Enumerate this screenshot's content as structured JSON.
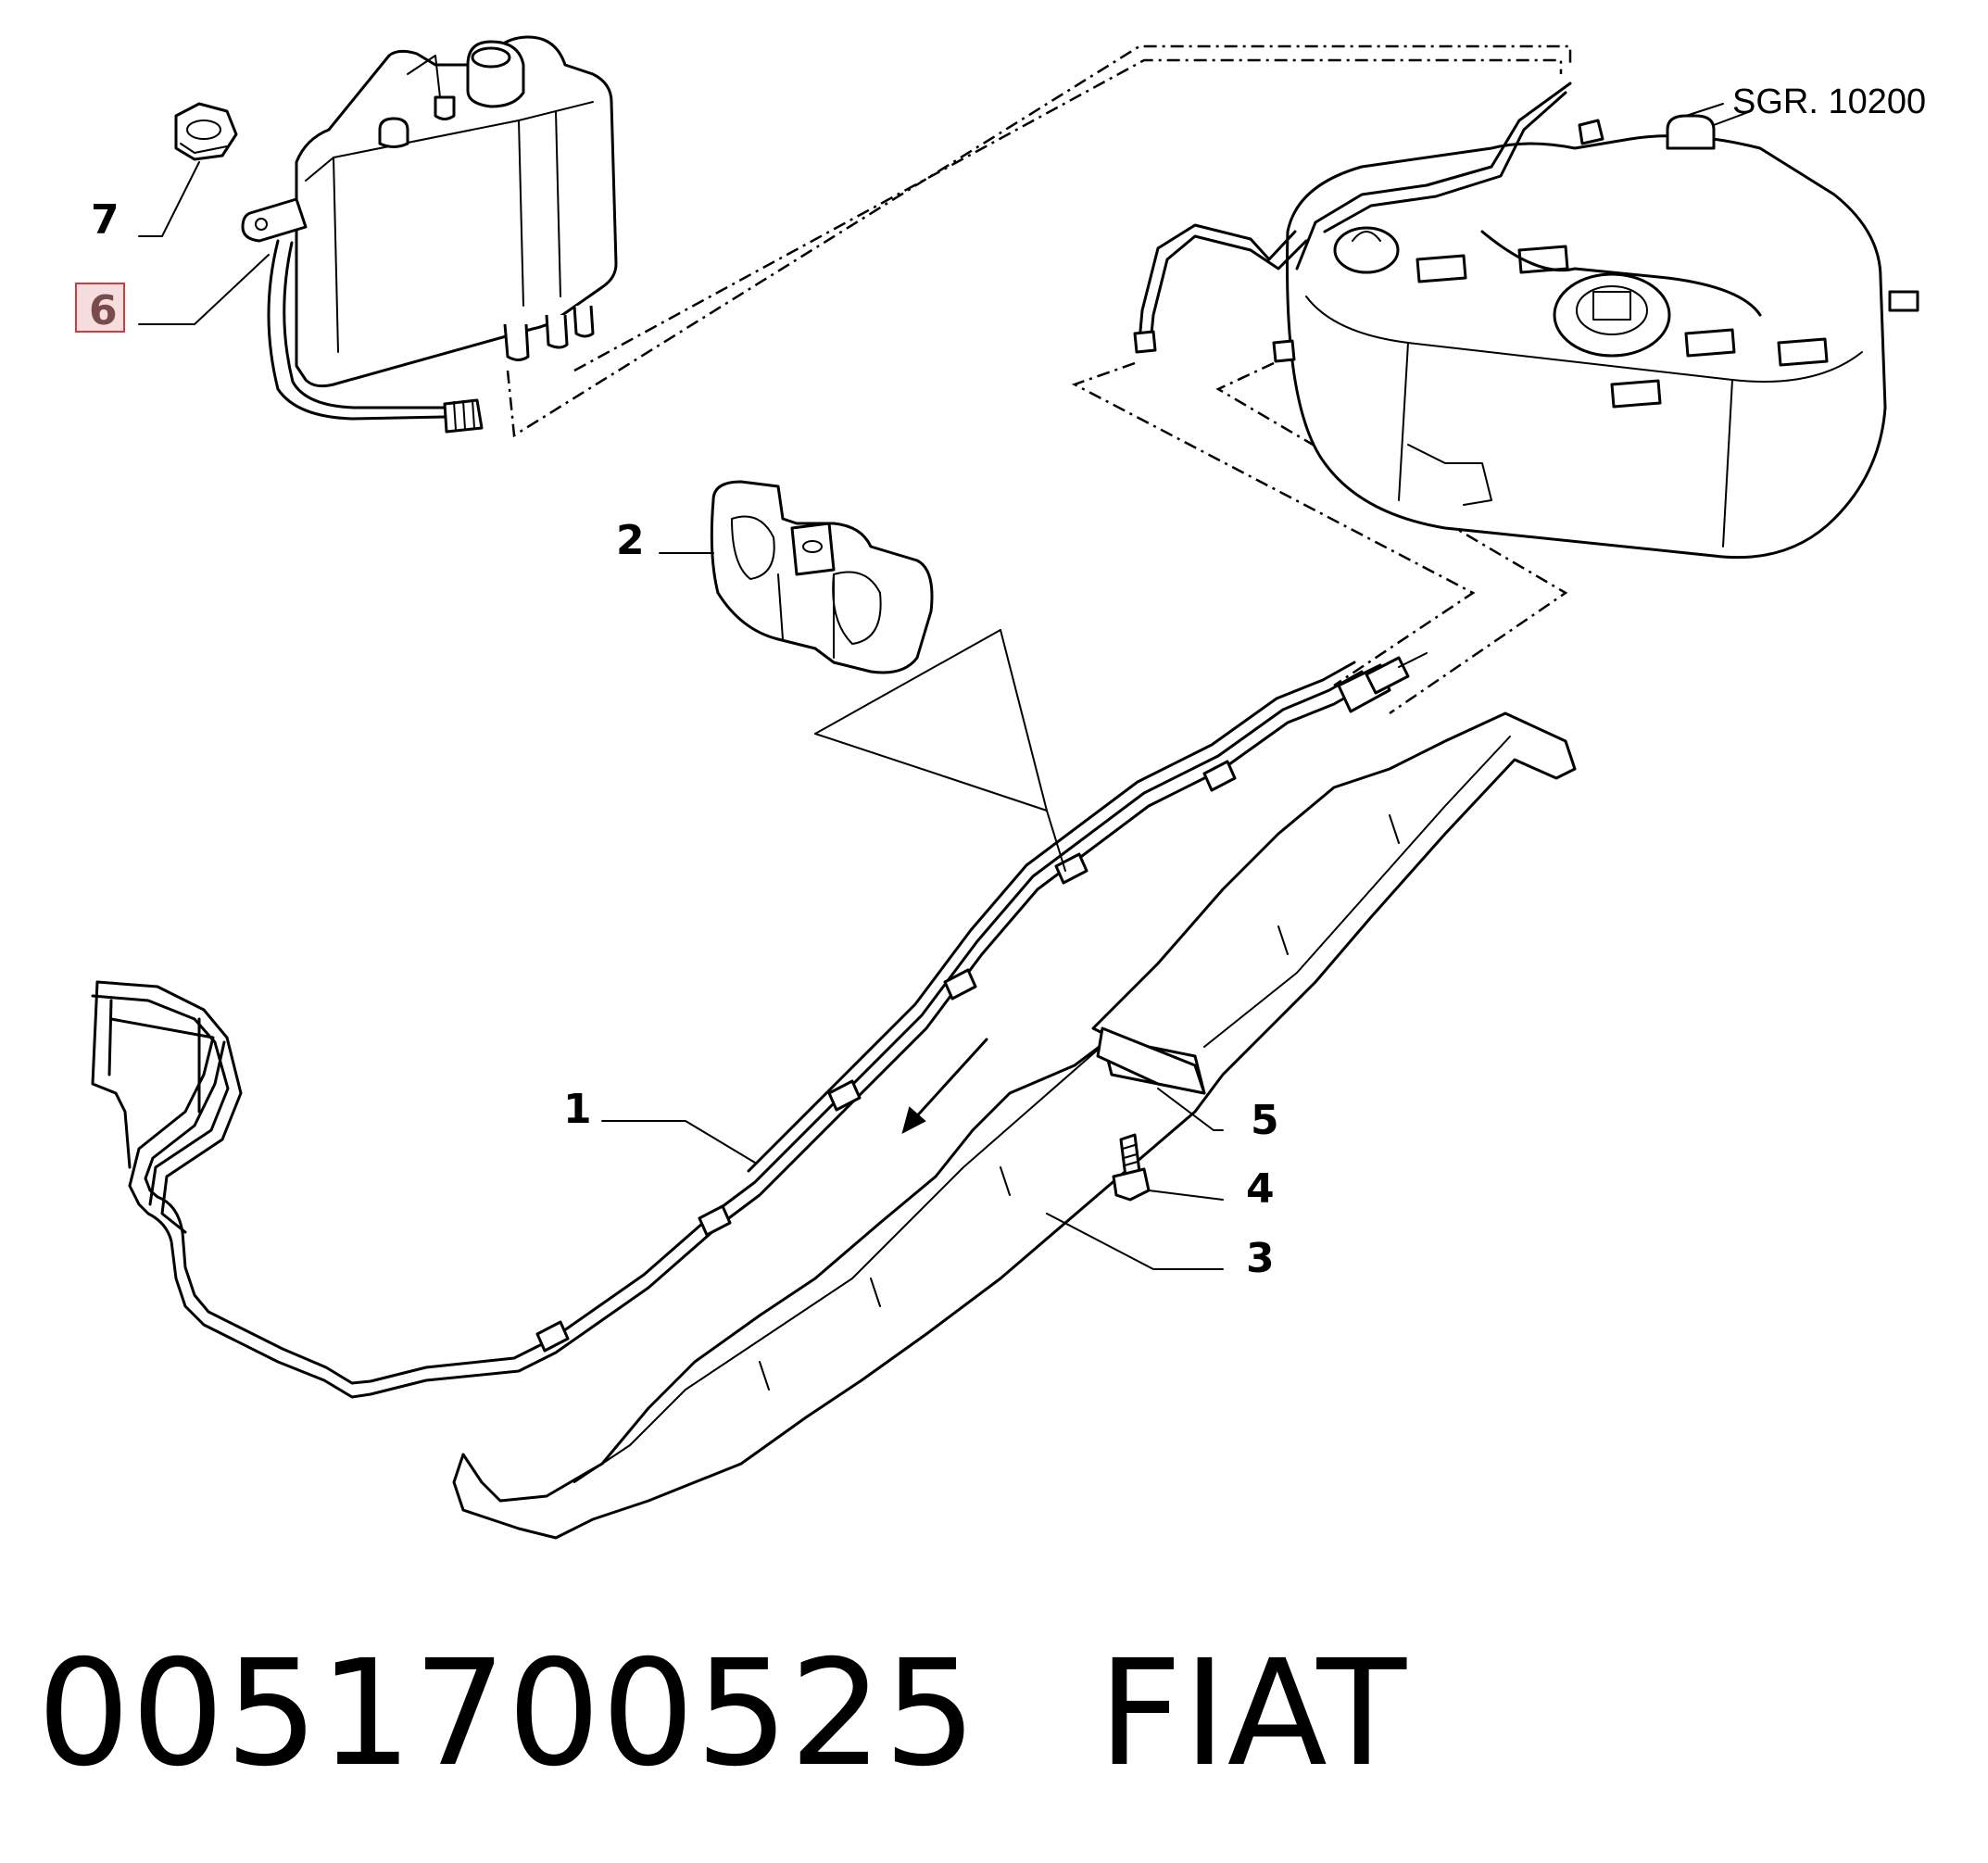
{
  "callouts": {
    "c1": "1",
    "c2": "2",
    "c3": "3",
    "c4": "4",
    "c5": "5",
    "c6": "6",
    "c7": "7"
  },
  "reference": "SGR. 10200",
  "highlighted_callout": "6",
  "footer": {
    "part_number": "0051700525",
    "brand": "FIAT"
  },
  "colors": {
    "line": "#000000",
    "highlight_fill": "#f6dede",
    "highlight_border": "#d23c3c"
  }
}
